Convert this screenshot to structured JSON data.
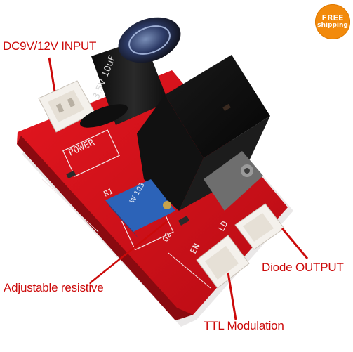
{
  "badge": {
    "line1": "FREE",
    "line2": "shipping"
  },
  "callouts": {
    "input": "DC9V/12V INPUT",
    "adjustable": "Adjustable resistive",
    "diode": "Diode OUTPUT",
    "ttl": "TTL  Modulation"
  },
  "silkscreen": {
    "power": "POWER",
    "r1": "R1",
    "q2": "Q2",
    "en": "EN",
    "ld": "LD",
    "pot_marking": "W 103",
    "capacitor_marking": "3.5V 10uF"
  },
  "colors": {
    "pcb": "#d9121b",
    "callout_text": "#cc0a0a",
    "badge": "#f28a0c"
  }
}
